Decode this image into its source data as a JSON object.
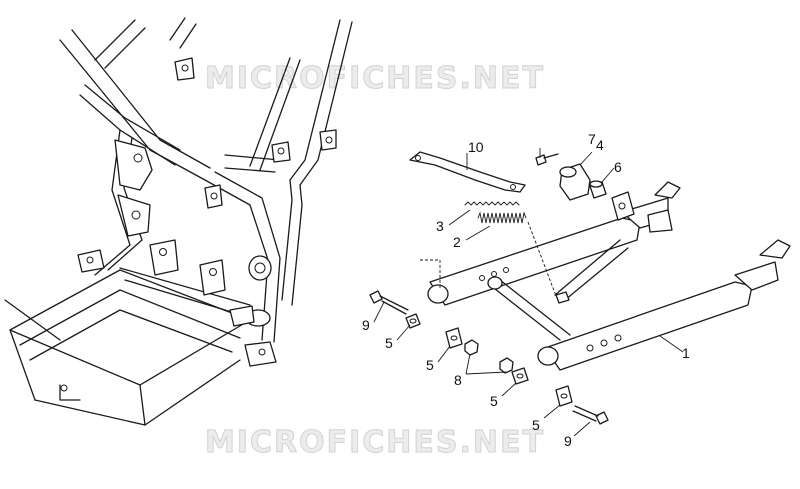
{
  "watermark": {
    "text": "MICROFICHES.NET"
  },
  "callouts": {
    "c1": "1",
    "c2": "2",
    "c3": "3",
    "c4": "4",
    "c5a": "5",
    "c5b": "5",
    "c5c": "5",
    "c5d": "5",
    "c6": "6",
    "c7": "7",
    "c8": "8",
    "c9a": "9",
    "c9b": "9",
    "c10": "10"
  },
  "colors": {
    "line": "#1a1a1a",
    "watermark_fill": "#ececec",
    "background": "#ffffff"
  }
}
